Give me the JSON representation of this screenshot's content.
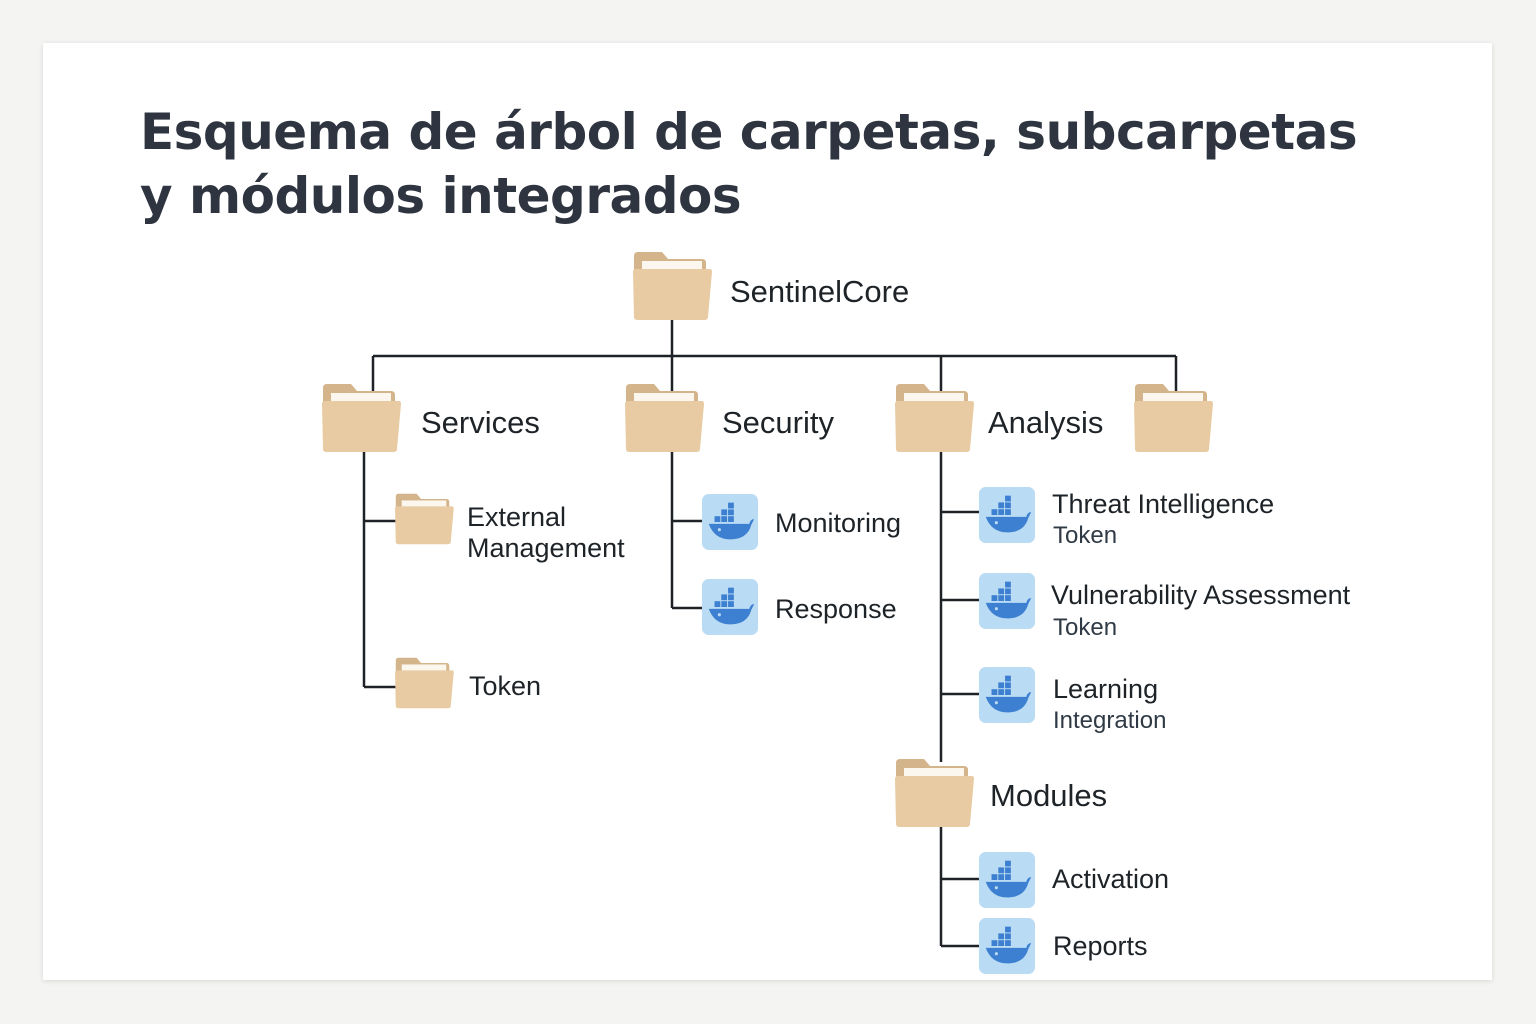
{
  "title_line1": "Esquema de árbol de carpetas, subcarpetas",
  "title_line2": "y módulos integrados",
  "root": {
    "label": "SentinelCore",
    "icon": "folder-icon"
  },
  "folders": {
    "services": "Services",
    "security": "Security",
    "analysis": "Analysis",
    "unnamed": ""
  },
  "services_children": {
    "external_line1": "External",
    "external_line2": "Management",
    "token": "Token"
  },
  "security_children": {
    "monitoring": "Monitoring",
    "response": "Response"
  },
  "analysis_children": {
    "threat_title": "Threat Intelligence",
    "threat_sub": "Token",
    "vuln_title": "Vulnerability Assessment",
    "vuln_sub": "Token",
    "learning_title": "Learning",
    "learning_sub": "Integration",
    "modules": "Modules"
  },
  "modules_children": {
    "activation": "Activation",
    "reports": "Reports"
  },
  "colors": {
    "folder_back": "#d8b98e",
    "folder_front": "#e9cca2",
    "module_bg": "#b9dbf3",
    "module_whale": "#3d7fd0",
    "line": "#1f2226"
  }
}
